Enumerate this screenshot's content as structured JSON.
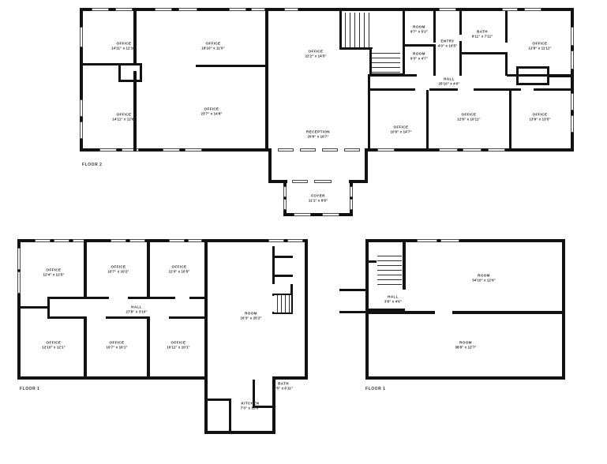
{
  "document": {
    "type": "architectural-floor-plan",
    "sheet_width": 769,
    "sheet_height": 588,
    "background_color": "#ffffff",
    "wall_color": "#121212",
    "text_color": "#2a2a2a"
  },
  "plans": [
    {
      "id": "floor-2",
      "floor_label": "FLOOR 2",
      "rooms": [
        {
          "name": "OFFICE",
          "dimensions": "14'11\" x 12'10\""
        },
        {
          "name": "OFFICE",
          "dimensions": "18'10\" x 11'0\""
        },
        {
          "name": "OFFICE",
          "dimensions": "22'2\" x 14'5\""
        },
        {
          "name": "ROOM",
          "dimensions": "9'7\" x 5'2\""
        },
        {
          "name": "ROOM",
          "dimensions": "9'3\" x 4'7\""
        },
        {
          "name": "ENTRY",
          "dimensions": "4'0\" x 10'5\""
        },
        {
          "name": "BATH",
          "dimensions": "6'11\" x 7'11\""
        },
        {
          "name": "OFFICE",
          "dimensions": "12'8\" x 11'11\""
        },
        {
          "name": "HALL",
          "dimensions": "25'10\" x 4'0\""
        },
        {
          "name": "OFFICE",
          "dimensions": "14'11\" x 12'6\""
        },
        {
          "name": "OFFICE",
          "dimensions": "23'7\" x 14'8\""
        },
        {
          "name": "RECEPTION",
          "dimensions": "20'6\" x 16'7\""
        },
        {
          "name": "OFFICE",
          "dimensions": "10'6\" x 14'7\""
        },
        {
          "name": "OFFICE",
          "dimensions": "12'6\" x 10'11\""
        },
        {
          "name": "OFFICE",
          "dimensions": "13'9\" x 13'5\""
        },
        {
          "name": "FOYER",
          "dimensions": "11'1\" x 6'8\""
        }
      ]
    },
    {
      "id": "floor-1-left",
      "floor_label": "FLOOR 1",
      "rooms": [
        {
          "name": "OFFICE",
          "dimensions": "12'4\" x 12'5\""
        },
        {
          "name": "OFFICE",
          "dimensions": "10'7\" x 10'2\""
        },
        {
          "name": "OFFICE",
          "dimensions": "11'0\" x 10'5\""
        },
        {
          "name": "HALL",
          "dimensions": "27'8\" x 3'10\""
        },
        {
          "name": "ROOM",
          "dimensions": "16'3\" x 25'2\""
        },
        {
          "name": "OFFICE",
          "dimensions": "12'10\" x 12'1\""
        },
        {
          "name": "OFFICE",
          "dimensions": "10'7\" x 10'1\""
        },
        {
          "name": "OFFICE",
          "dimensions": "10'11\" x 10'1\""
        },
        {
          "name": "BATH",
          "dimensions": "6'5\" x 6'11\""
        },
        {
          "name": "KITCHEN",
          "dimensions": "7'3\" x 12'6\""
        }
      ]
    },
    {
      "id": "floor-1-right",
      "floor_label": "FLOOR 1",
      "rooms": [
        {
          "name": "ROOM",
          "dimensions": "34'10\" x 12'9\""
        },
        {
          "name": "HALL",
          "dimensions": "3'6\" x 4'6\""
        },
        {
          "name": "ROOM",
          "dimensions": "38'8\" x 12'7\""
        }
      ]
    }
  ]
}
